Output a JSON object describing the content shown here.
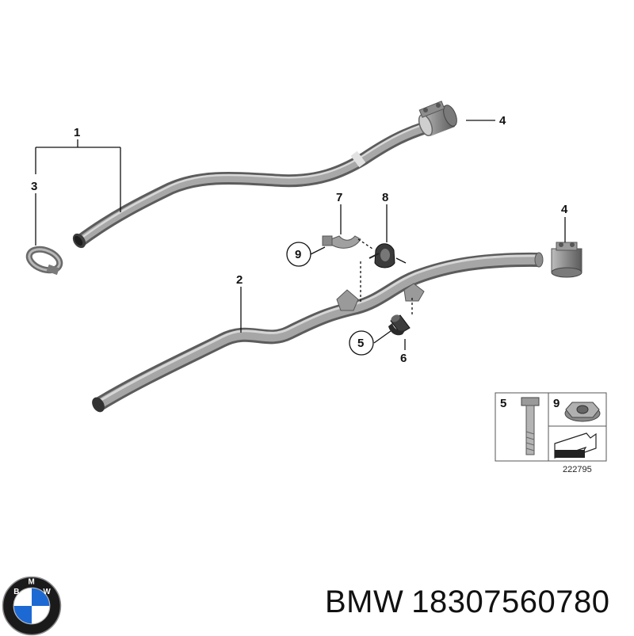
{
  "callouts": {
    "c1": "1",
    "c2": "2",
    "c3": "3",
    "c4a": "4",
    "c4b": "4",
    "c5": "5",
    "c6": "6",
    "c7": "7",
    "c8": "8",
    "c9": "9"
  },
  "legend": {
    "bolt_number": "5",
    "nut_number": "9",
    "diagram_id": "222795"
  },
  "footer": {
    "brand": "BMW",
    "part_number": "18307560780"
  },
  "logo": {
    "letters": [
      "B",
      "M",
      "W"
    ],
    "colors": {
      "blue": "#1c69d4",
      "white": "#ffffff",
      "ring": "#1a1a1a"
    }
  },
  "colors": {
    "pipe_dark": "#6e6e6e",
    "pipe_mid": "#9a9a9a",
    "pipe_light": "#c8c8c8"
  }
}
